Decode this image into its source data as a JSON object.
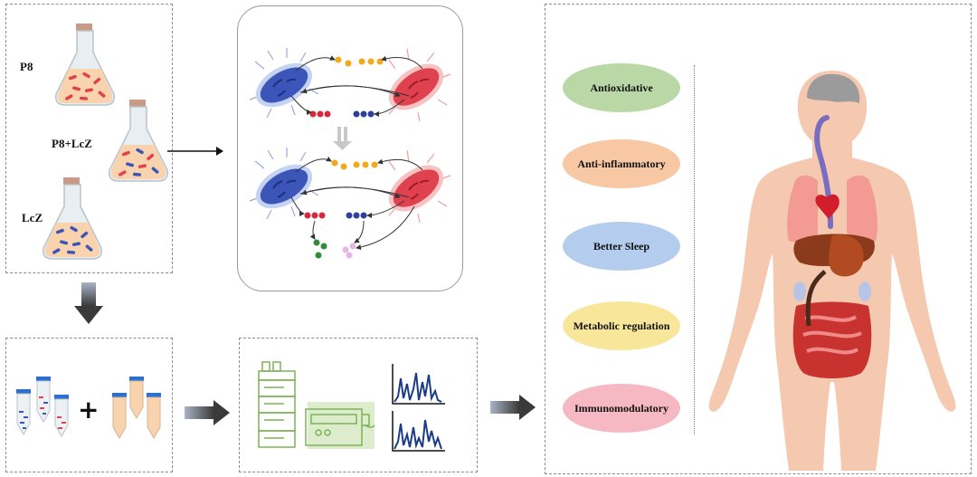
{
  "flasks": {
    "p8_label": "P8",
    "mix_label": "P8+LcZ",
    "lcz_label": "LcZ"
  },
  "effects": {
    "items": [
      {
        "label": "Antioxidative",
        "color": "#b9d8a6"
      },
      {
        "label": "Anti-inflammatory",
        "color": "#f8c8a4"
      },
      {
        "label": "Better Sleep",
        "color": "#b4cdee"
      },
      {
        "label": "Metabolic regulation",
        "color": "#f8e79a"
      },
      {
        "label": "Immunomodulatory",
        "color": "#f6b9c3"
      }
    ]
  },
  "colors": {
    "blue_bacteria": "#3c55b8",
    "red_bacteria": "#e0414f",
    "metabolite_orange": "#f2a91c",
    "metabolite_red": "#d9283b",
    "metabolite_blue": "#2f3f9c",
    "metabolite_green": "#2e8b3a",
    "metabolite_pink": "#e7b6e6",
    "arrow_gray": "#4b4b4b",
    "instrument_green": "#7cb356",
    "chromatogram_blue": "#1c3d86",
    "body_skin": "#f5c9b0"
  },
  "plus_sign": "+"
}
